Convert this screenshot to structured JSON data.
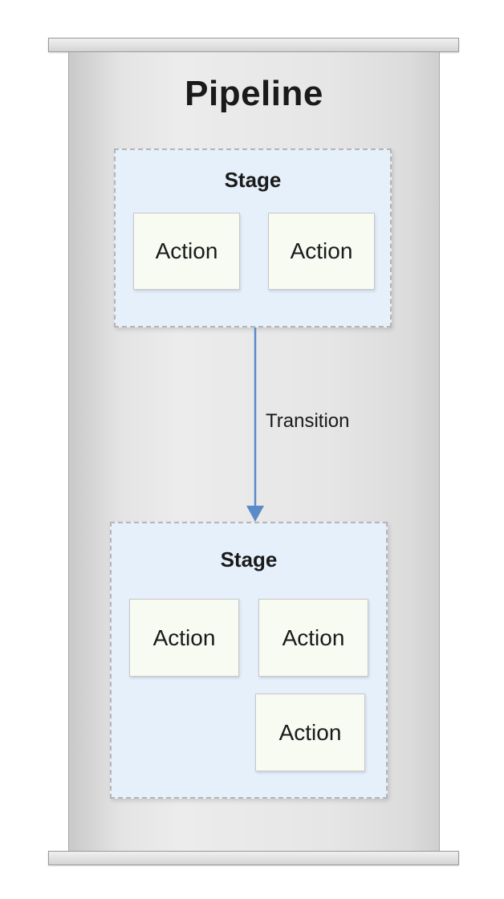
{
  "pipeline": {
    "title": "Pipeline"
  },
  "stages": [
    {
      "label": "Stage",
      "actions": [
        "Action",
        "Action"
      ]
    },
    {
      "label": "Stage",
      "actions": [
        "Action",
        "Action",
        "Action"
      ]
    }
  ],
  "transition": {
    "label": "Transition",
    "color": "#5b8ac9"
  },
  "colors": {
    "stage_fill": "#e6f0fb",
    "action_fill": "#f7fbf2",
    "column_fill": "#e6e6e6"
  }
}
